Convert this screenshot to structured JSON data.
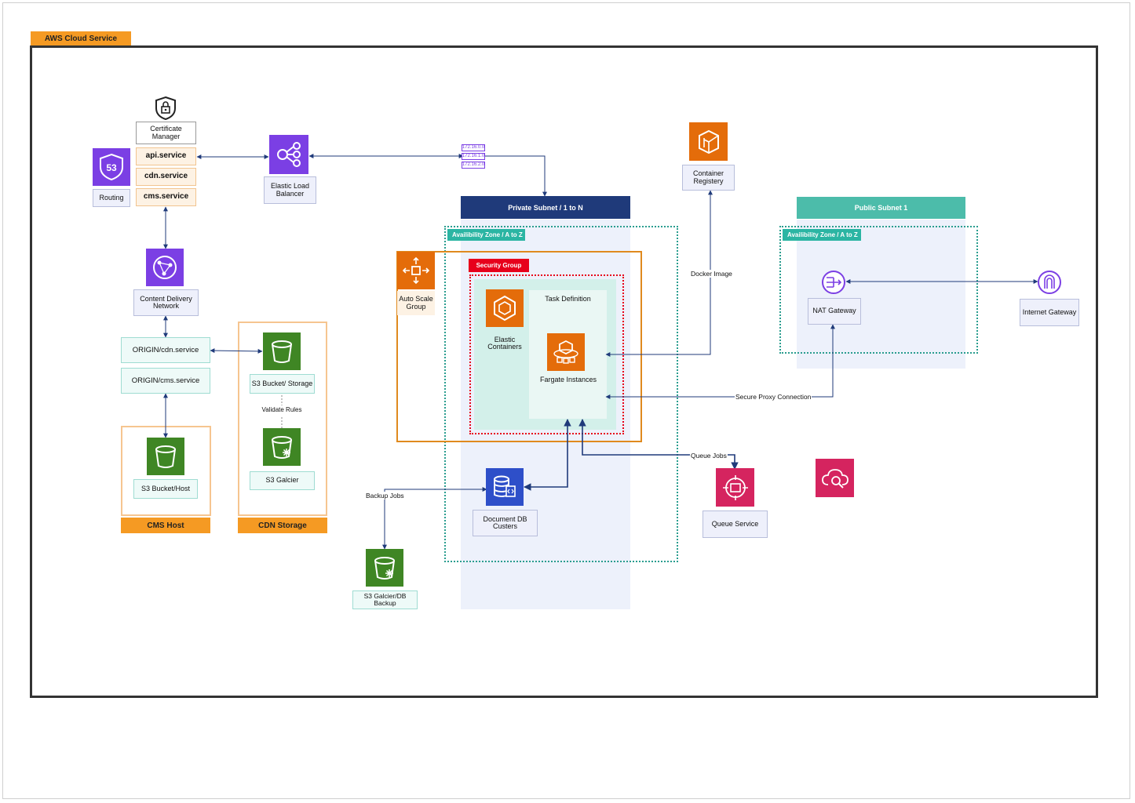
{
  "title": "AWS Cloud Service",
  "nodes": {
    "certificate_manager": "Certificate\nManager",
    "api_service": "api.service",
    "cdn_service": "cdn.service",
    "cms_service": "cms.service",
    "routing": "Routing",
    "elastic_load_balancer": "Elastic Load\nBalancer",
    "content_delivery_network": "Content Delivery\nNetwork",
    "origin_cdn": "ORIGIN/cdn.service",
    "origin_cms": "ORIGIN/cms.service",
    "s3_bucket_host": "S3 Bucket/Host",
    "cms_host": "CMS Host",
    "s3_bucket_storage": "S3 Bucket/ Storage",
    "validate_rules": "Validate Rules",
    "s3_glacier": "S3 Galcier",
    "cdn_storage": "CDN Storage",
    "subnet_ips": [
      "172.16.0.0",
      "172.16.1.0",
      "172.16.2.0"
    ],
    "private_subnet": "Private Subnet / 1 to N",
    "availability_zone_private": "Availibility Zone / A to Z",
    "auto_scale_group": "Auto Scale\nGroup",
    "security_group": "Security Group",
    "elastic_containers": "Elastic\nContainers",
    "task_definition": "Task Definition",
    "fargate_instances": "Fargate Instances",
    "document_db": "Document DB\nCusters",
    "backup_jobs": "Backup Jobs",
    "s3_glacier_db_backup": "S3 Galcier/DB\nBackup",
    "container_registry": "Container\nRegistery",
    "docker_image": "Docker Image",
    "queue_jobs": "Queue Jobs",
    "queue_service": "Queue Service",
    "public_subnet": "Public Subnet 1",
    "availability_zone_public": "Availibility Zone / A to Z",
    "nat_gateway": "NAT Gateway",
    "internet_gateway": "Internet Gateway",
    "secure_proxy": "Secure Proxy Connection"
  },
  "icons": {
    "certificate": "lock-shield-icon",
    "route53": "route53-icon",
    "elb": "load-balancer-icon",
    "cloudfront": "cloudfront-icon",
    "s3": "bucket-icon",
    "glacier": "glacier-bucket-icon",
    "autoscale": "auto-scaling-icon",
    "ecs": "ecs-icon",
    "fargate": "fargate-icon",
    "documentdb": "documentdb-icon",
    "ecr": "container-registry-icon",
    "sqs": "queue-icon",
    "cloud_search": "cloud-search-icon",
    "nat": "nat-gateway-icon",
    "igw": "internet-gateway-icon"
  },
  "colors": {
    "orange": "#f59a23",
    "purple": "#7b3fe4",
    "green": "#3f8624",
    "navy": "#1f3a7a",
    "teal": "#4cbcaa",
    "red": "#e7001b",
    "pink": "#d5245f",
    "lavender": "#eef0fb"
  }
}
